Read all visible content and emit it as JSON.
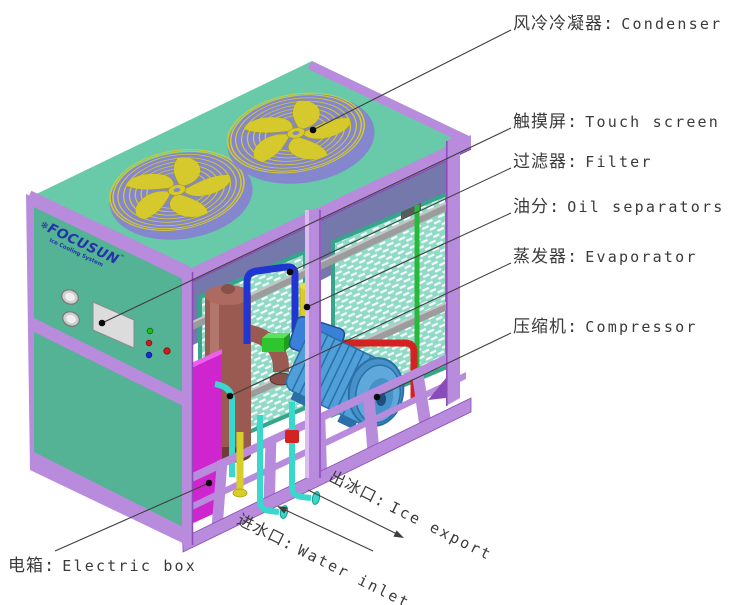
{
  "callouts": [
    {
      "zh": "风冷冷凝器:",
      "en": "Condenser"
    },
    {
      "zh": "触摸屏:",
      "en": "Touch screen"
    },
    {
      "zh": "过滤器:",
      "en": "Filter"
    },
    {
      "zh": "油分:",
      "en": "Oil separators"
    },
    {
      "zh": "蒸发器:",
      "en": "Evaporator"
    },
    {
      "zh": "压缩机:",
      "en": "Compressor"
    },
    {
      "zh": "电箱:",
      "en": "Electric box"
    }
  ],
  "flow_labels": [
    {
      "zh": "出冰口:",
      "en": "Ice export"
    },
    {
      "zh": "进水口:",
      "en": "Water inlet"
    }
  ],
  "logo": {
    "icon": "❄",
    "name": "FOCUSUN",
    "trademark": "™",
    "tagline": "Ice Cooling System"
  },
  "colors": {
    "background": "#ffffff",
    "frame": "#b98bdc",
    "frame-dark": "#8a4cb8",
    "frame-light": "#ddbcf2",
    "panel": "#53b394",
    "panel-top": "#68caa9",
    "fan-yellow": "#d5c92d",
    "fan-backing": "#8487ce",
    "mesh": "#90dac6",
    "mesh-border": "#37a58b",
    "shadow": "#7478aa",
    "rail": "#9c9c9c",
    "magenta": "#cf25cf",
    "magenta-light": "#ef5fef",
    "tank": "#9a5a52",
    "tank-dark": "#6f3c36",
    "compressor": "#4f9fd8",
    "compressor-dark": "#2a6fa8",
    "pipe-blue": "#2136d0",
    "pipe-cyan": "#38d8cc",
    "pipe-red": "#d42222",
    "pipe-green": "#28b93c",
    "pipe-yellow": "#d8ce2a",
    "screen": "#dcdcdc",
    "logo-blue": "#2433a8",
    "ink": "#3a3a3a",
    "line": "#3f3f3f"
  }
}
